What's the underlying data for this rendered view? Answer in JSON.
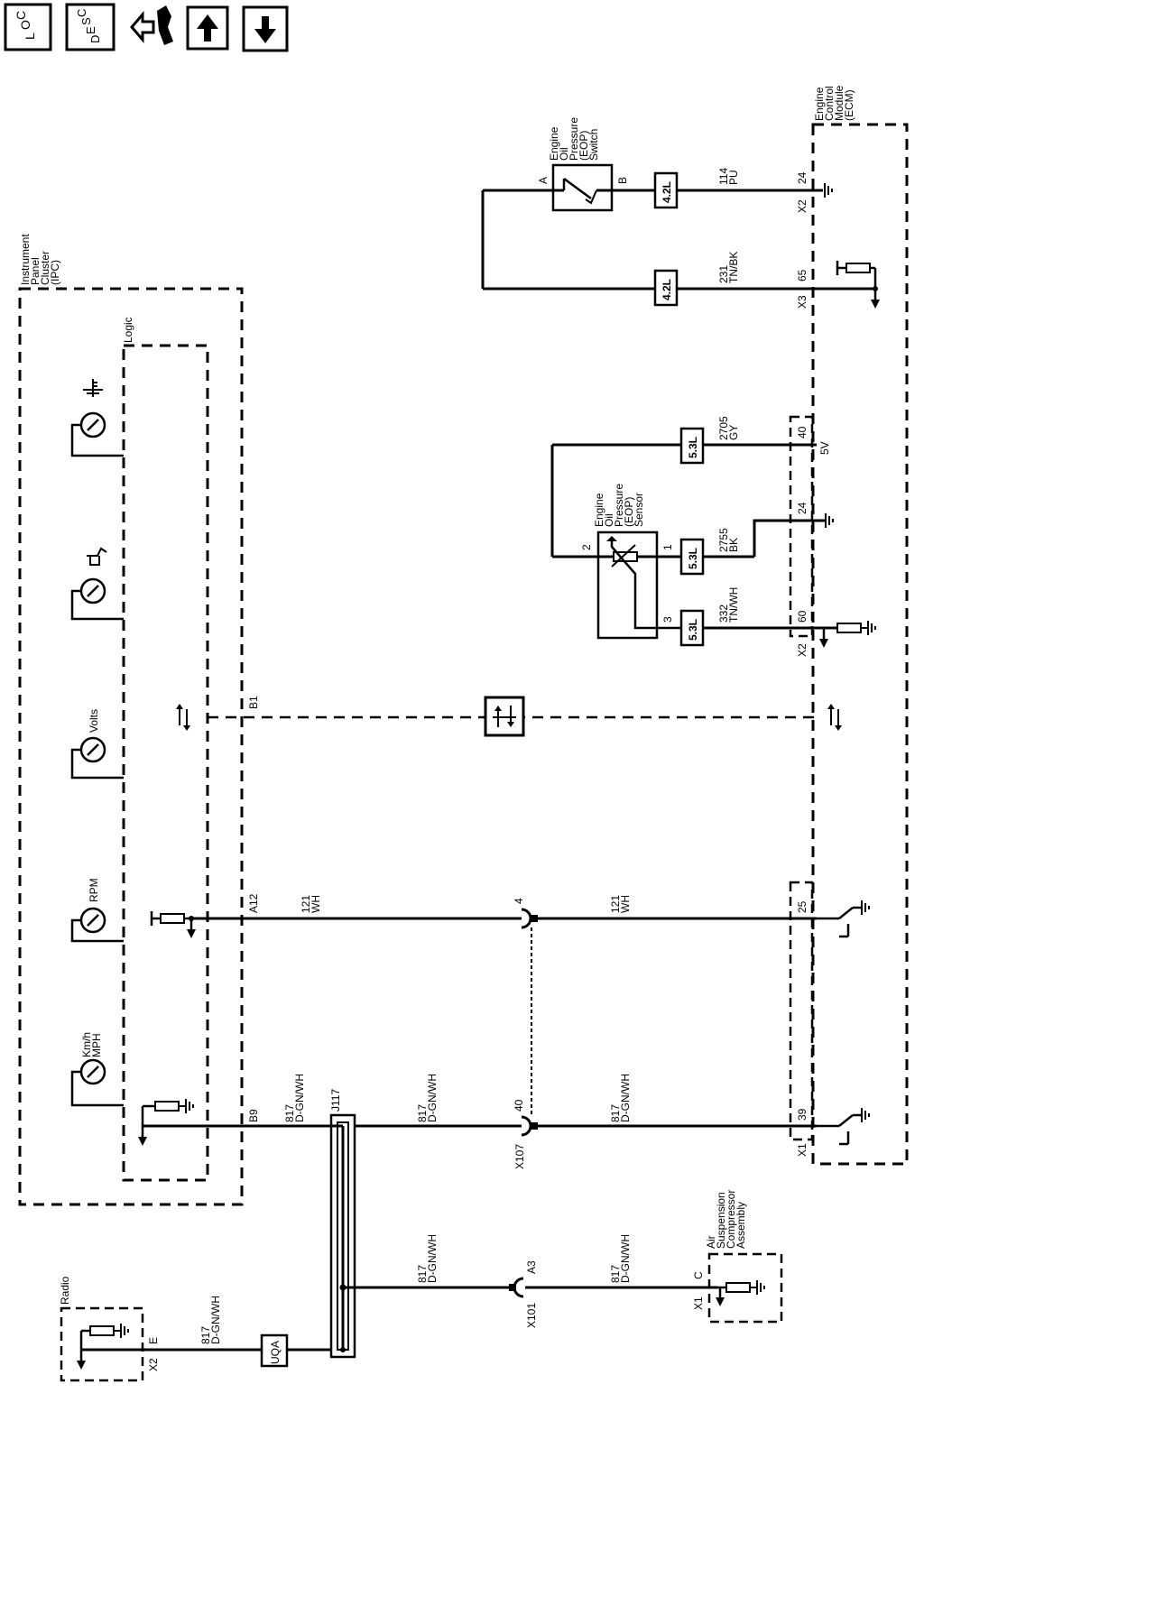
{
  "toolbar": {
    "loc_label": [
      "L",
      "O",
      "C"
    ],
    "desc_label": [
      "D",
      "E",
      "S",
      "C"
    ]
  },
  "modules": {
    "ipc": [
      "Instrument",
      "Panel",
      "Cluster",
      "(IPC)"
    ],
    "logic": "Logic",
    "ecm": [
      "Engine",
      "Control",
      "Module",
      "(ECM)"
    ],
    "radio": "Radio",
    "air": [
      "Air",
      "Suspension",
      "Compressor",
      "Assembly"
    ],
    "eop_switch": [
      "Engine",
      "Oil",
      "Pressure",
      "(EOP)",
      "Switch"
    ],
    "eop_sensor": [
      "Engine",
      "Oil",
      "Pressure",
      "(EOP)",
      "Sensor"
    ]
  },
  "gauges": {
    "speed": [
      "Km/h",
      "MPH"
    ],
    "rpm": "RPM",
    "volts": "Volts"
  },
  "engine_tags": {
    "l42": "4.2L",
    "l53": "5.3L"
  },
  "vref": "5V",
  "pins": {
    "ipc_b9": "B9",
    "ipc_a12": "A12",
    "ipc_b1": "B1",
    "ecm_39": "39",
    "ecm_25": "25",
    "ecm_40": "40",
    "ecm_24": "24",
    "ecm_60": "60",
    "ecm_x2_24": "24",
    "ecm_x3_65": "65",
    "sw_a": "A",
    "sw_b": "B",
    "sens_1": "1",
    "sens_2": "2",
    "sens_3": "3",
    "x107_40": "40",
    "x107_4": "4",
    "x101_a3": "A3",
    "air_c": "C",
    "radio_e": "E"
  },
  "connectors": {
    "x1": "X1",
    "x2": "X2",
    "x3": "X3",
    "x107": "X107",
    "x101": "X101",
    "x1_air": "X1",
    "x2_radio": "X2",
    "j117": "J117",
    "uqa": "UQA"
  },
  "wires": {
    "w817_num": "817",
    "w817_col": "D-GN/WH",
    "w121_num": "121",
    "w121_col": "WH",
    "w114_num": "114",
    "w114_col": "PU",
    "w231_num": "231",
    "w231_col": "TN/BK",
    "w2705_num": "2705",
    "w2705_col": "GY",
    "w2755_num": "2755",
    "w2755_col": "BK",
    "w332_num": "332",
    "w332_col": "TN/WH"
  }
}
